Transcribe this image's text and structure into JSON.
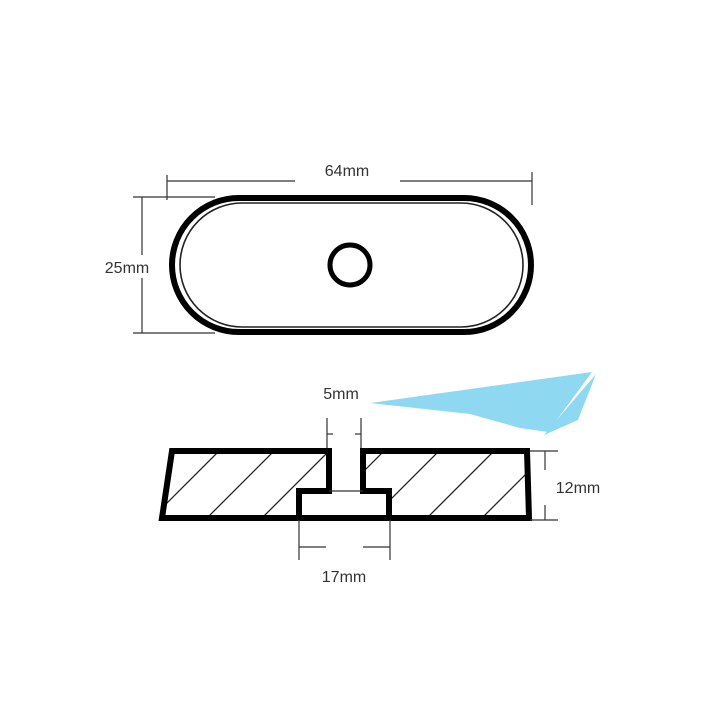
{
  "diagram": {
    "top_view": {
      "width_label": "64mm",
      "height_label": "25mm",
      "shape": "rounded-slot-with-center-hole"
    },
    "section_view": {
      "slot_width_label": "5mm",
      "thickness_label": "12mm",
      "recess_width_label": "17mm",
      "shape": "trapezoid-with-t-slot"
    },
    "colors": {
      "line": "#000000",
      "dimension": "#333333",
      "accent_shape": "#8fd8f2"
    }
  }
}
